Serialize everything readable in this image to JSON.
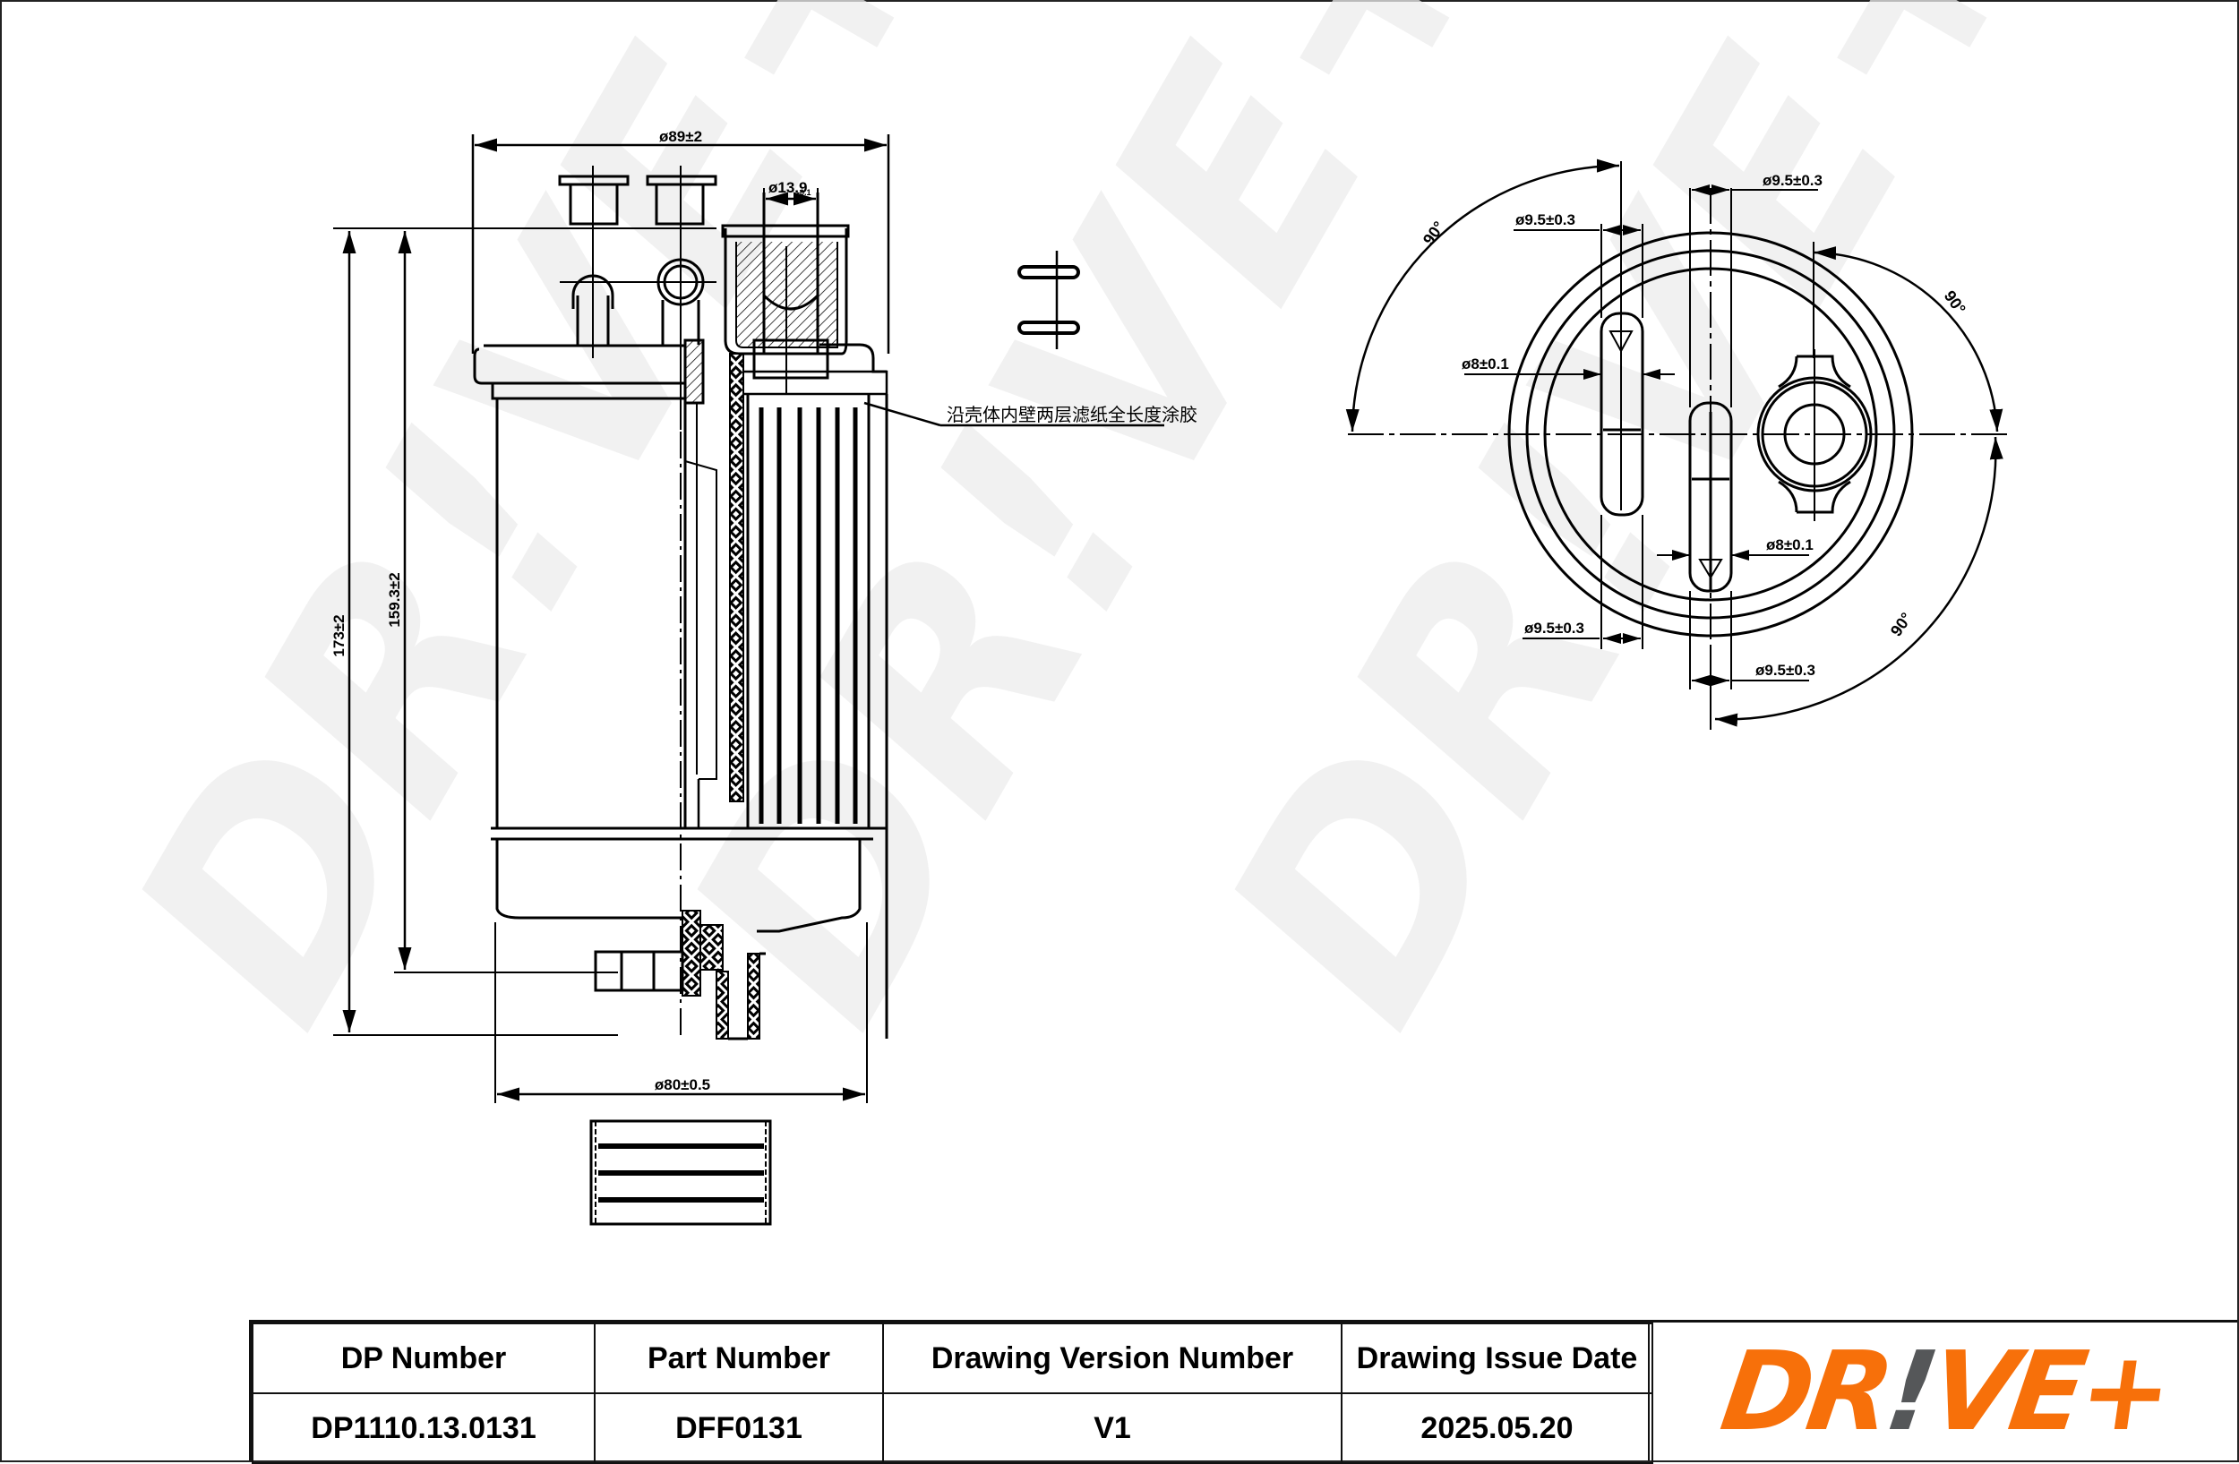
{
  "drawing": {
    "type": "Fuel filter technical drawing",
    "side_view": {
      "dimensions": {
        "top_diameter": "ø89±2",
        "outlet_diameter": "ø13.9",
        "outlet_tolerance": "-0.1",
        "overall_height": "173±2",
        "body_height": "159.3±2",
        "bottom_diameter": "ø80±0.5"
      },
      "note": "沿壳体内壁两层滤纸全长度涂胶"
    },
    "top_view": {
      "dimensions": {
        "port_left_width": "ø9.5±0.3",
        "port_right_width": "ø9.5±0.3",
        "port_left_inner": "ø8±0.1",
        "port_right_inner": "ø8±0.1",
        "port_left_lower": "ø9.5±0.3",
        "port_right_lower": "ø9.5±0.3",
        "angle_top_left": "90°",
        "angle_top_right": "90°",
        "angle_bottom_right": "90°"
      }
    },
    "watermark": "DR!VE+"
  },
  "title_block": {
    "headers": [
      "DP Number",
      "Part Number",
      "Drawing Version Number",
      "Drawing Issue Date"
    ],
    "values": [
      "DP1110.13.0131",
      "DFF0131",
      "V1",
      "2025.05.20"
    ],
    "logo": {
      "part1": "DR",
      "part2": "!",
      "part3": "VE+",
      "primary_color": "#f7700a",
      "secondary_color": "#555759"
    }
  }
}
